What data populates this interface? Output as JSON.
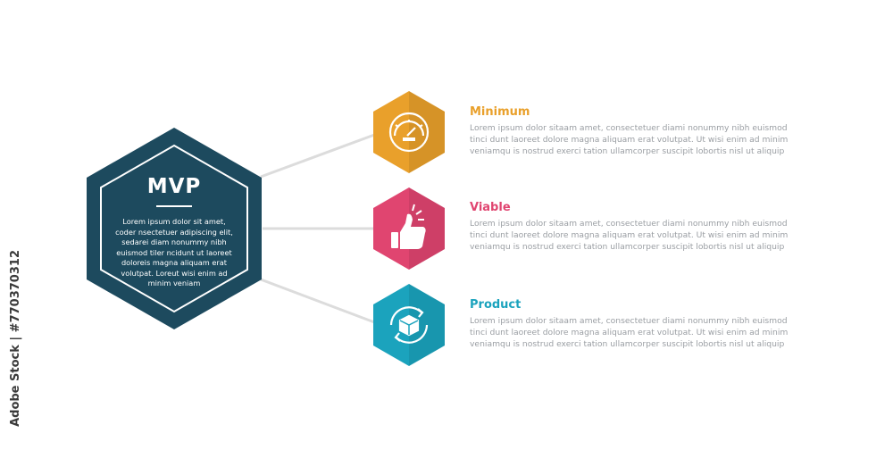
{
  "hero": {
    "title": "MVP",
    "body": "Lorem ipsum dolor sit amet, coder nsectetuer adipiscing elit, sedarei diam nonummy nibh euismod tiler ncidunt ut laoreet doloreis magna aliquam erat volutpat. Loreut wisi enim ad minim veniam",
    "color": "#1d4a5e"
  },
  "items": [
    {
      "title": "Minimum",
      "color": "#e9a02b",
      "icon": "speedometer-icon",
      "body": "Lorem ipsum dolor sitaam amet, consectetuer diami nonummy  nibh euismod tinci dunt laoreet dolore magna aliquam erat volutpat. Ut wisi enim ad minim veniamqu is nostrud exerci tation ullamcorper suscipit lobortis nisl ut aliquip"
    },
    {
      "title": "Viable",
      "color": "#e04570",
      "icon": "thumbs-up-icon",
      "body": "Lorem ipsum dolor sitaam amet, consectetuer diami nonummy  nibh euismod tinci dunt laoreet dolore magna aliquam erat volutpat. Ut wisi enim ad minim veniamqu is nostrud exerci tation ullamcorper suscipit lobortis nisl ut aliquip"
    },
    {
      "title": "Product",
      "color": "#1ba3bd",
      "icon": "box-cycle-icon",
      "body": "Lorem ipsum dolor sitaam amet, consectetuer diami nonummy  nibh euismod tinci dunt laoreet dolore magna aliquam erat volutpat. Ut wisi enim ad minim veniamqu is nostrud exerci tation ullamcorper suscipit lobortis nisl ut aliquip"
    }
  ],
  "watermark": "Adobe Stock | #770370312"
}
